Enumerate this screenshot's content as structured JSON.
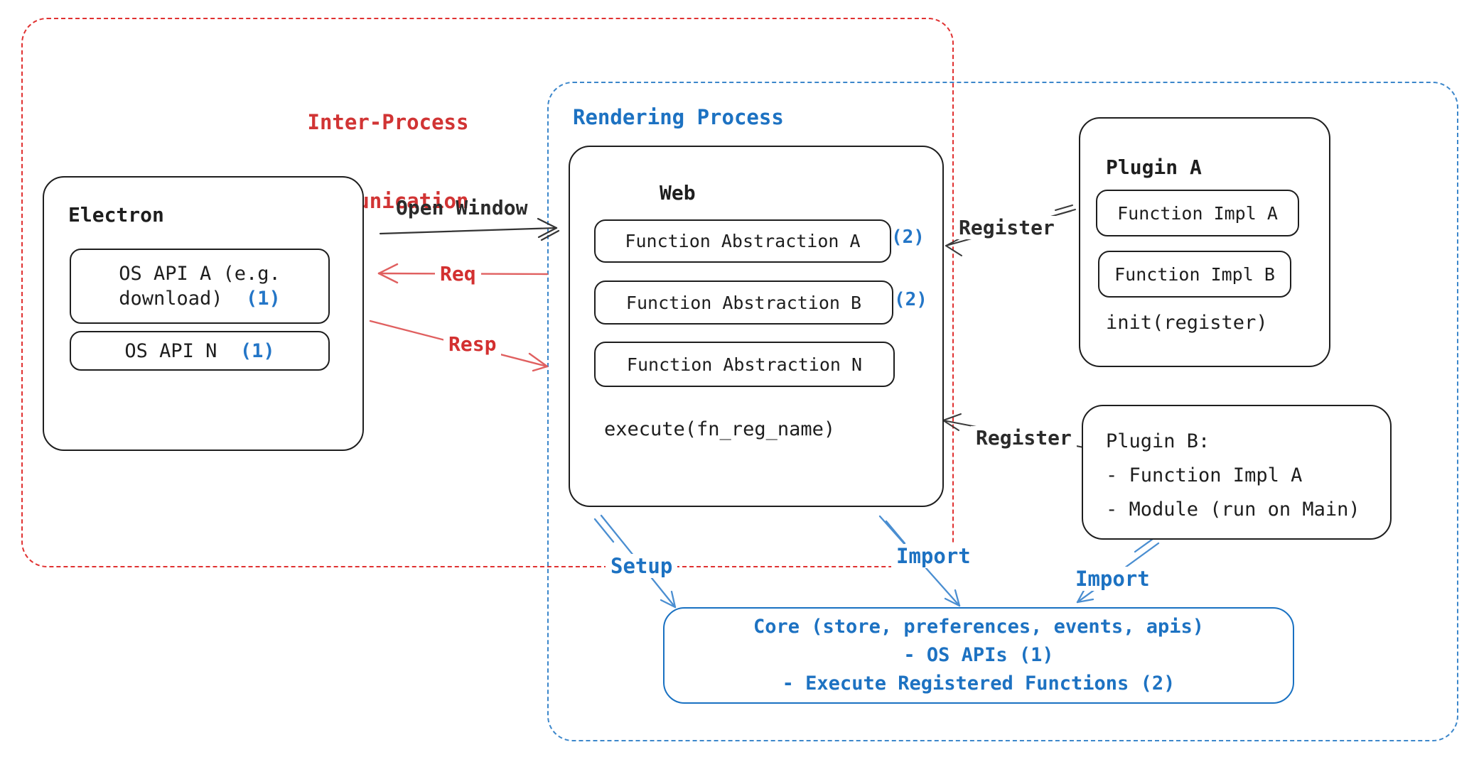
{
  "colors": {
    "red": "#e03131",
    "blue": "#1971c2",
    "ink": "#1e1e1e"
  },
  "ipc_region": {
    "label_line1": "Inter-Process",
    "label_line2": "Communication"
  },
  "rendering_region": {
    "label": "Rendering Process"
  },
  "electron": {
    "title": "Electron",
    "os_api_a_line1": "OS API A (e.g.",
    "os_api_a_line2": "download)",
    "os_api_a_ref": "(1)",
    "os_api_n": "OS API N",
    "os_api_n_ref": "(1)"
  },
  "web": {
    "title": "Web",
    "abstractions": [
      {
        "label": "Function Abstraction A",
        "ref": "(2)"
      },
      {
        "label": "Function Abstraction B",
        "ref": "(2)"
      },
      {
        "label": "Function Abstraction N",
        "ref": ""
      }
    ],
    "execute": "execute(fn_reg_name)"
  },
  "plugin_a": {
    "title": "Plugin A",
    "impl_a": "Function Impl A",
    "impl_b": "Function Impl B",
    "init": "init(register)"
  },
  "plugin_b": {
    "title": "Plugin B:",
    "item1": "- Function Impl A",
    "item2": "- Module (run on Main)"
  },
  "core": {
    "line1": "Core (store, preferences, events, apis)",
    "line2": "- OS APIs (1)",
    "line3": "- Execute Registered Functions (2)"
  },
  "arrows": {
    "open_window": "Open Window",
    "req": "Req",
    "resp": "Resp",
    "register_top": "Register",
    "register_bottom": "Register",
    "setup": "Setup",
    "import_middle": "Import",
    "import_right": "Import"
  }
}
